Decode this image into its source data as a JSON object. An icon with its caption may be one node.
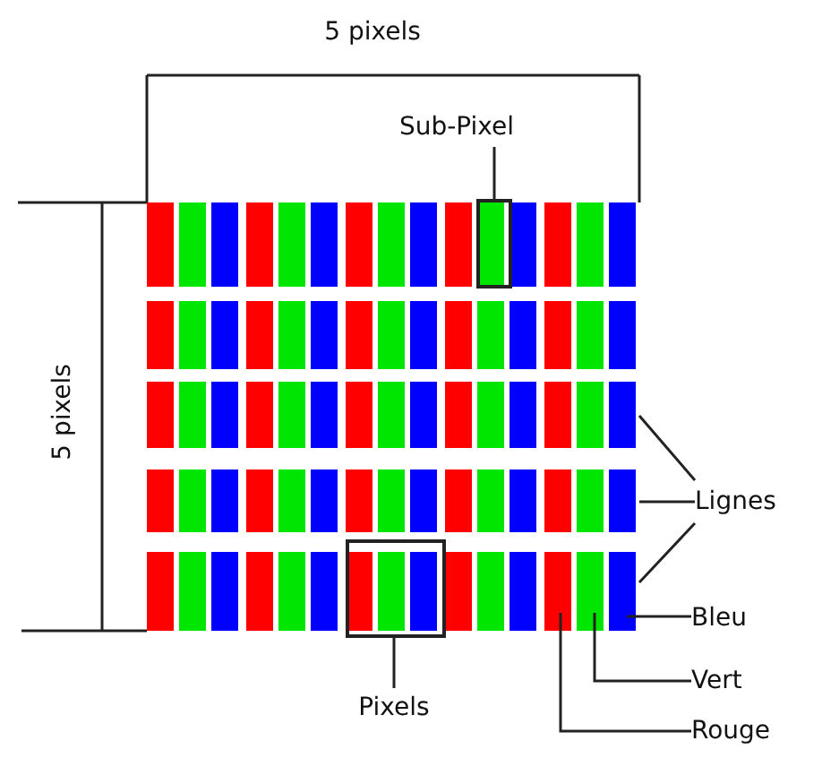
{
  "diagram": {
    "nodes": [
      {
        "text": [
          "Sub-Pixel"
        ]
      },
      {
        "text": [],
        "shape": "box"
      },
      {
        "text": [
          "Pixels"
        ]
      },
      {
        "text": [],
        "shape": "box"
      },
      {
        "text": [
          "Lignes"
        ]
      },
      {
        "text": [
          "Bleu"
        ]
      },
      {
        "text": [
          "Vert"
        ]
      },
      {
        "text": [
          "Rouge"
        ]
      }
    ],
    "edges": [
      {
        "from": 0,
        "to": 1,
        "arrow": "none"
      },
      {
        "from": 3,
        "to": 2,
        "arrow": "none"
      },
      {
        "from": 4,
        "to": null,
        "arrow": "none"
      },
      {
        "from": 4,
        "to": null,
        "arrow": "none"
      },
      {
        "from": 4,
        "to": null,
        "arrow": "none"
      },
      {
        "from": 5,
        "to": null,
        "arrow": "none"
      },
      {
        "from": 6,
        "to": null,
        "arrow": "none"
      },
      {
        "from": 7,
        "to": null,
        "arrow": "none"
      }
    ],
    "labels": [
      "5 pixels",
      "5 pixels"
    ]
  }
}
